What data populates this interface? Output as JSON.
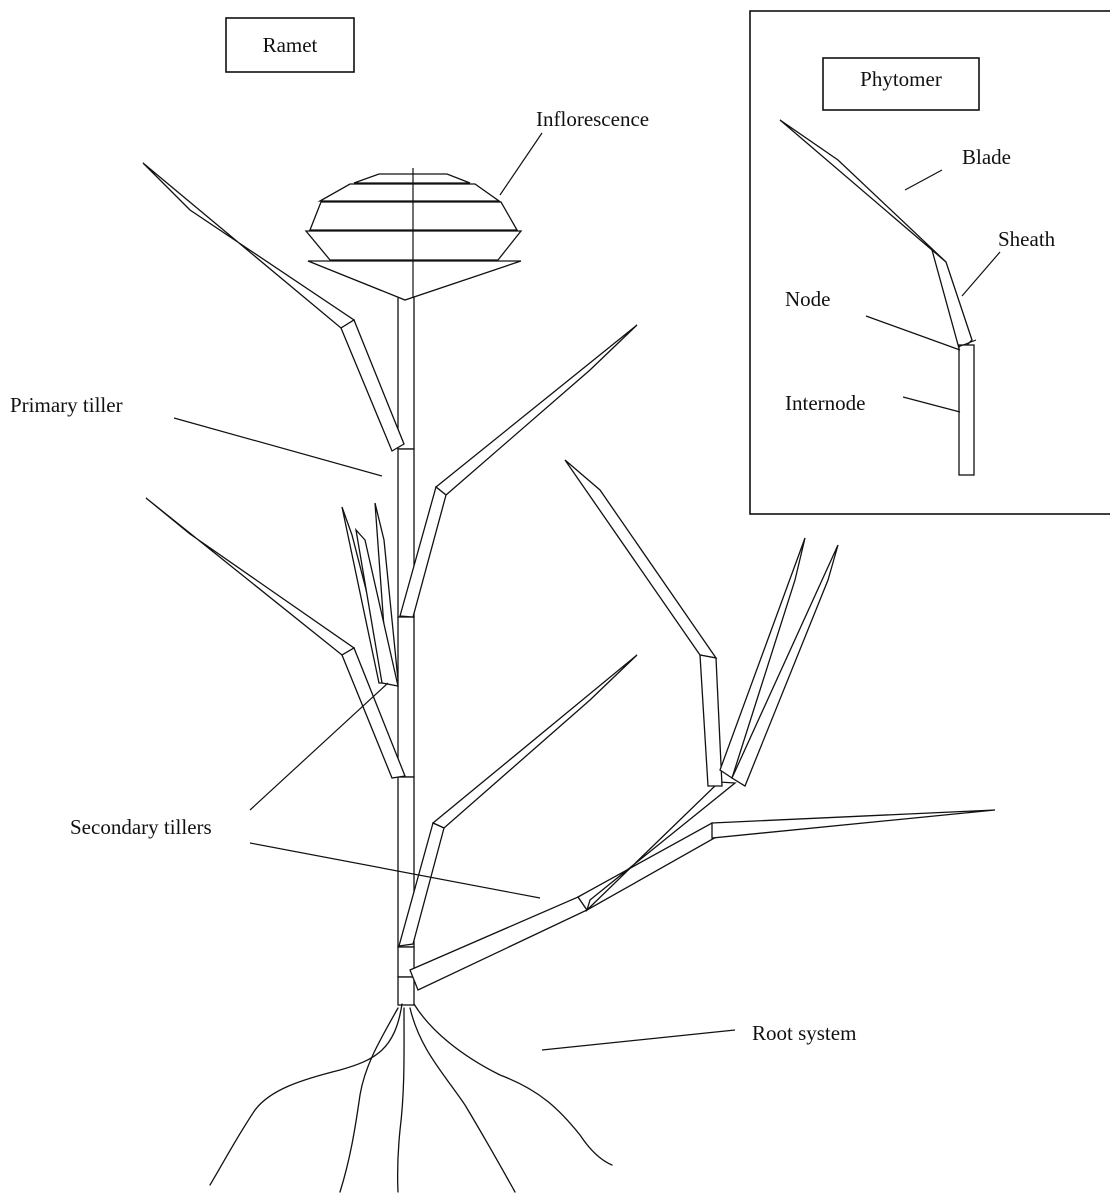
{
  "title_box": {
    "text": "Ramet"
  },
  "inset": {
    "title": "Phytomer"
  },
  "labels": {
    "inflorescence": "Inflorescence",
    "primary_tiller": "Primary tiller",
    "secondary_tillers": "Secondary tillers",
    "root_system": "Root system",
    "blade": "Blade",
    "sheath": "Sheath",
    "node": "Node",
    "internode": "Internode"
  }
}
